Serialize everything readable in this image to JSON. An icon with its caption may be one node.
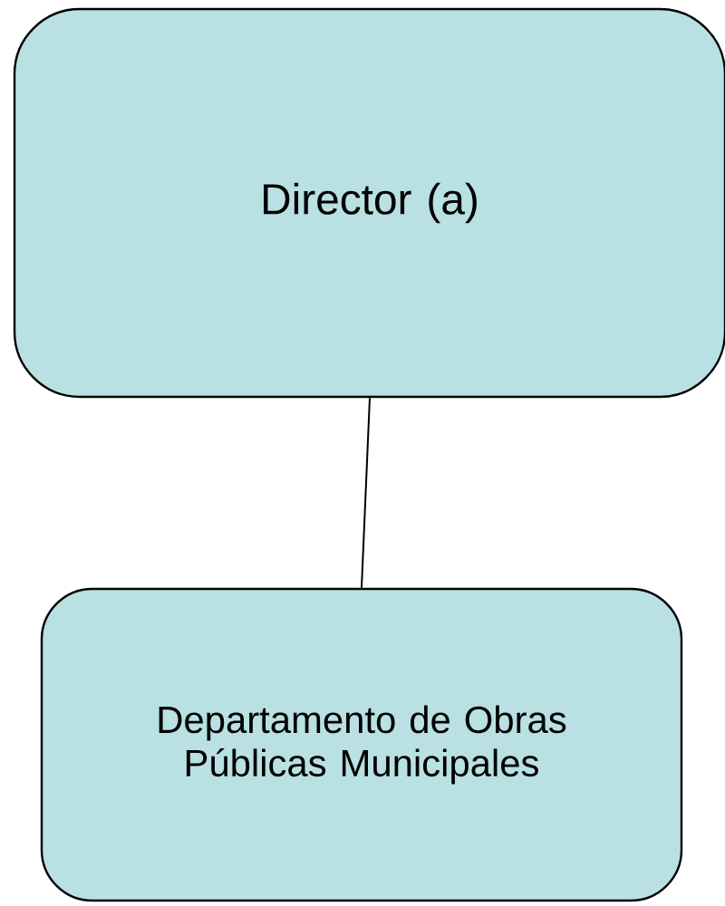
{
  "diagram": {
    "nodes": [
      {
        "text": [
          "Director (a)"
        ]
      },
      {
        "text": [
          "Departamento de Obras Públicas Municipales"
        ]
      }
    ],
    "edges": [
      {
        "from": 0,
        "to": 1,
        "arrow": "none"
      }
    ]
  }
}
